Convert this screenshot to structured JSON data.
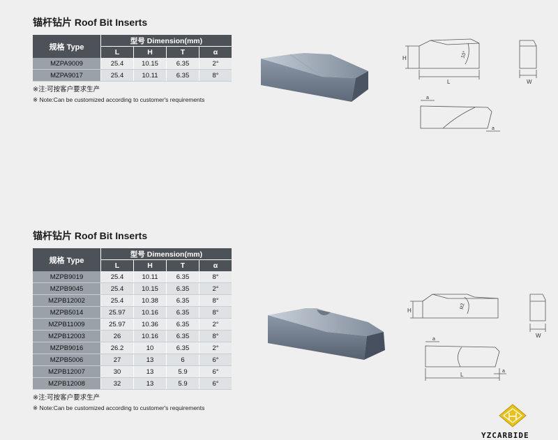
{
  "section1": {
    "title": "锚杆钻片 Roof Bit Inserts",
    "header_type": "规格 Type",
    "header_dimension": "型号 Dimension(mm)",
    "columns": [
      "L",
      "H",
      "T",
      "α"
    ],
    "rows": [
      {
        "code": "MZPA9009",
        "L": "25.4",
        "H": "10.15",
        "T": "6.35",
        "a": "2°"
      },
      {
        "code": "MZPA9017",
        "L": "25.4",
        "H": "10.11",
        "T": "6.35",
        "a": "8°"
      }
    ],
    "note_cn": "※注:可按客户要求生产",
    "note_en": "※ Note:Can be customized according to customer's requirements",
    "drawing_labels": {
      "H": "H",
      "L": "L",
      "W": "W",
      "angle": "10°",
      "a1": "a",
      "a2": "a"
    }
  },
  "section2": {
    "title": "锚杆钻片 Roof Bit Inserts",
    "header_type": "规格 Type",
    "header_dimension": "型号 Dimension(mm)",
    "columns": [
      "L",
      "H",
      "T",
      "α"
    ],
    "rows": [
      {
        "code": "MZPB9019",
        "L": "25.4",
        "H": "10.11",
        "T": "6.35",
        "a": "8°"
      },
      {
        "code": "MZPB9045",
        "L": "25.4",
        "H": "10.15",
        "T": "6.35",
        "a": "2°"
      },
      {
        "code": "MZPB12002",
        "L": "25.4",
        "H": "10.38",
        "T": "6.35",
        "a": "8°"
      },
      {
        "code": "MZPB5014",
        "L": "25.97",
        "H": "10.16",
        "T": "6.35",
        "a": "8°"
      },
      {
        "code": "MZPB11009",
        "L": "25.97",
        "H": "10.36",
        "T": "6.35",
        "a": "2°"
      },
      {
        "code": "MZPB12003",
        "L": "26",
        "H": "10.16",
        "T": "6.35",
        "a": "8°"
      },
      {
        "code": "MZPB9016",
        "L": "26.2",
        "H": "10",
        "T": "6.35",
        "a": "2°"
      },
      {
        "code": "MZPB5006",
        "L": "27",
        "H": "13",
        "T": "6",
        "a": "6°"
      },
      {
        "code": "MZPB12007",
        "L": "30",
        "H": "13",
        "T": "5.9",
        "a": "6°"
      },
      {
        "code": "MZPB12008",
        "L": "32",
        "H": "13",
        "T": "5.9",
        "a": "6°"
      }
    ],
    "note_cn": "※注:可按客户要求生产",
    "note_en": "※ Note:Can be customized according to customer's requirements",
    "drawing_labels": {
      "H": "H",
      "L": "L",
      "W": "W",
      "radius": "R2",
      "a1": "a",
      "a2": "a"
    }
  },
  "brand": {
    "name": "YZCARBIDE",
    "color": "#e8c21a"
  },
  "colors": {
    "header": "#4d5258",
    "code_cell": "#9aa1a8",
    "value_cell": "#e9ebed",
    "background": "#efefef"
  }
}
